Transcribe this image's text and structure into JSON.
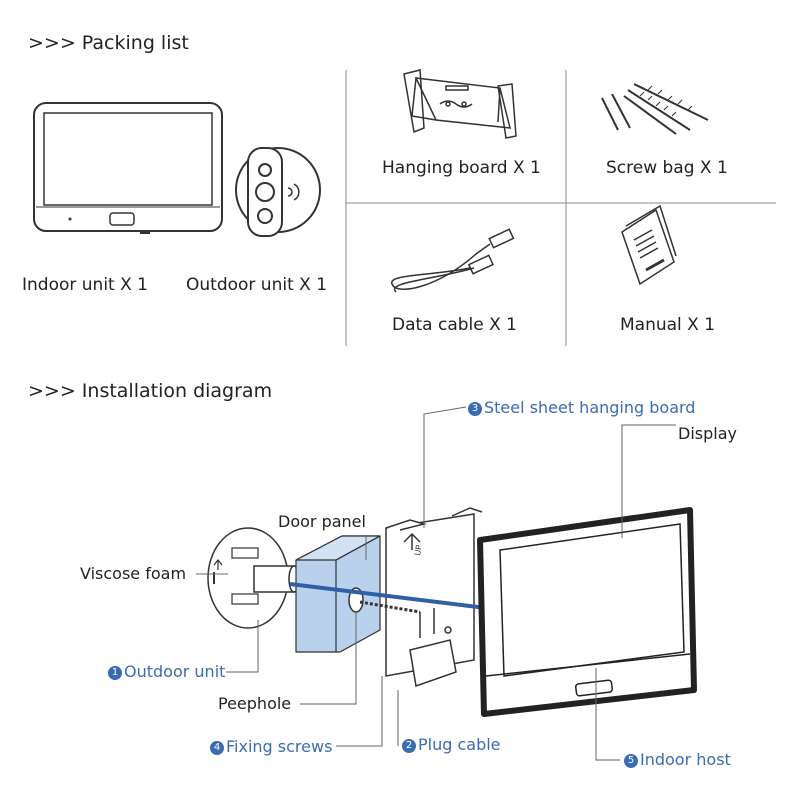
{
  "packing_list": {
    "title": ">>> Packing list",
    "items": [
      {
        "label": "Indoor unit X 1",
        "icon": "indoor-unit-icon"
      },
      {
        "label": "Outdoor unit X 1",
        "icon": "outdoor-unit-icon"
      },
      {
        "label": "Hanging board X 1",
        "icon": "hanging-board-icon"
      },
      {
        "label": "Screw bag X 1",
        "icon": "screw-bag-icon"
      },
      {
        "label": "Data cable X 1",
        "icon": "data-cable-icon"
      },
      {
        "label": "Manual X 1",
        "icon": "manual-icon"
      }
    ]
  },
  "installation": {
    "title": ">>> Installation diagram",
    "labels": {
      "steel_board": "Steel sheet hanging board",
      "display": "Display",
      "door_panel": "Door panel",
      "viscose_foam": "Viscose foam",
      "outdoor_unit": "Outdoor unit",
      "peephole": "Peephole",
      "fixing_screws": "Fixing screws",
      "plug_cable": "Plug cable",
      "indoor_host": "Indoor host"
    },
    "numbers": {
      "outdoor_unit": "1",
      "plug_cable": "2",
      "steel_board": "3",
      "fixing_screws": "4",
      "indoor_host": "5"
    },
    "colors": {
      "accent_blue": "#3a6cb4",
      "door_panel_fill": "#b9d1ec",
      "cable_blue": "#2f5fa8"
    }
  }
}
